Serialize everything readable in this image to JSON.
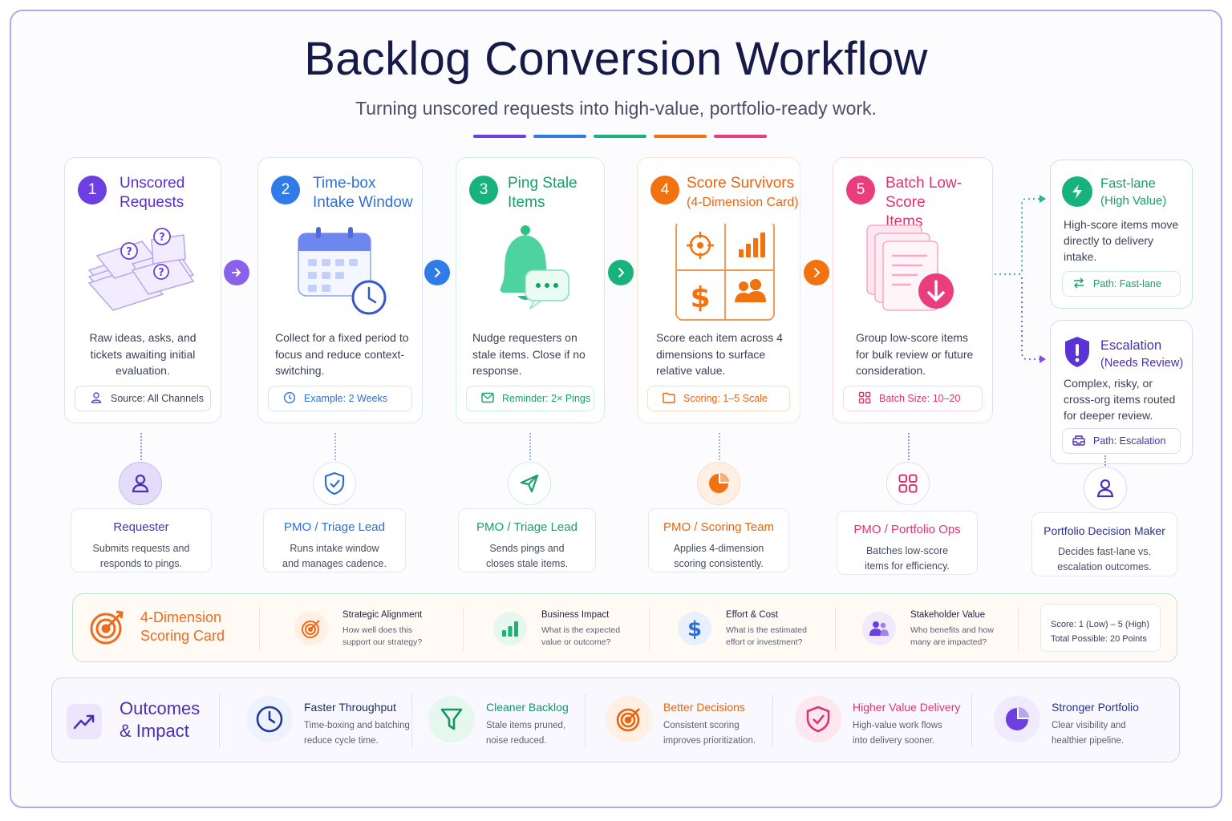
{
  "header": {
    "title": "Backlog Conversion Workflow",
    "subtitle": "Turning unscored requests into high-value, portfolio-ready work."
  },
  "accent_colors": [
    "#6d3fe0",
    "#2f7be8",
    "#17b37a",
    "#f2720f",
    "#ea3d7e"
  ],
  "steps": [
    {
      "number": "1",
      "title": "Unscored",
      "title2": "Requests",
      "description": "Raw ideas, asks, and tickets awaiting initial evaluation.",
      "pill": "Source: All Channels",
      "pill_icon": "user-icon",
      "illustration": "question-papers-icon",
      "color": "#6d3fe0"
    },
    {
      "number": "2",
      "title": "Time-box",
      "title2": "Intake Window",
      "description": "Collect for a fixed period to focus and reduce context-switching.",
      "pill": "Example: 2 Weeks",
      "pill_icon": "clock-icon",
      "illustration": "calendar-clock-icon",
      "color": "#2f7be8"
    },
    {
      "number": "3",
      "title": "Ping Stale",
      "title2": "Items",
      "description": "Nudge requesters on stale items. Close if no response.",
      "pill": "Reminder: 2× Pings",
      "pill_icon": "mail-icon",
      "illustration": "bell-chat-icon",
      "color": "#17b37a"
    },
    {
      "number": "4",
      "title": "Score Survivors",
      "title2": "(4-Dimension Card)",
      "description": "Score each item across 4 dimensions to surface relative value.",
      "pill": "Scoring: 1–5 Scale",
      "pill_icon": "folder-icon",
      "illustration": "score-grid-icon",
      "color": "#f2720f"
    },
    {
      "number": "5",
      "title": "Batch Low-Score",
      "title2": "Items",
      "description": "Group low-score items for bulk review or future consideration.",
      "pill": "Batch Size: 10–20",
      "pill_icon": "grid-icon",
      "illustration": "doc-stack-icon",
      "color": "#ea3d7e"
    }
  ],
  "fastlane": {
    "title": "Fast-lane",
    "title2": "(High Value)",
    "description": "High-score items move directly to delivery intake.",
    "pill": "Path: Fast-lane",
    "color": "#17b37a"
  },
  "escalation": {
    "title": "Escalation",
    "title2": "(Needs Review)",
    "description": "Complex, risky, or cross-org items routed for deeper review.",
    "pill": "Path: Escalation",
    "color": "#5b32d6"
  },
  "roles": [
    {
      "name": "Requester",
      "desc1": "Submits requests and",
      "desc2": "responds to pings.",
      "icon": "person-icon",
      "color": "#4b2fb2"
    },
    {
      "name": "PMO / Triage Lead",
      "desc1": "Runs intake window",
      "desc2": "and manages cadence.",
      "icon": "shield-check-icon",
      "color": "#2f6fd6"
    },
    {
      "name": "PMO / Triage Lead",
      "desc1": "Sends pings and",
      "desc2": "closes stale items.",
      "icon": "send-icon",
      "color": "#17a06c"
    },
    {
      "name": "PMO / Scoring Team",
      "desc1": "Applies 4-dimension",
      "desc2": "scoring consistently.",
      "icon": "pie-chart-icon",
      "color": "#e8640f"
    },
    {
      "name": "PMO / Portfolio Ops",
      "desc1": "Batches low-score",
      "desc2": "items for efficiency.",
      "icon": "grid-icon",
      "color": "#e0336f"
    },
    {
      "name": "Portfolio Decision Maker",
      "desc1": "Decides fast-lane vs.",
      "desc2": "escalation outcomes.",
      "icon": "person-icon",
      "color": "#4b2fb2"
    }
  ],
  "scorecard": {
    "title": "4-Dimension",
    "title2": "Scoring Card",
    "dimensions": [
      {
        "name": "Strategic Alignment",
        "desc1": "How well does this",
        "desc2": "support our strategy?",
        "icon": "target-icon"
      },
      {
        "name": "Business Impact",
        "desc1": "What is the expected",
        "desc2": "value or outcome?",
        "icon": "bar-chart-icon"
      },
      {
        "name": "Effort & Cost",
        "desc1": "What is the estimated",
        "desc2": "effort or investment?",
        "icon": "dollar-icon"
      },
      {
        "name": "Stakeholder Value",
        "desc1": "Who benefits and how",
        "desc2": "many are impacted?",
        "icon": "people-icon"
      }
    ],
    "score_range": "Score: 1 (Low) – 5 (High)",
    "total": "Total Possible: 20 Points"
  },
  "outcomes": {
    "title": "Outcomes",
    "title2": "& Impact",
    "items": [
      {
        "name": "Faster Throughput",
        "desc1": "Time-boxing and batching",
        "desc2": "reduce cycle time.",
        "icon": "clock-icon",
        "color": "#1f3c9a"
      },
      {
        "name": "Cleaner Backlog",
        "desc1": "Stale items pruned,",
        "desc2": "noise reduced.",
        "icon": "funnel-icon",
        "color": "#15936a"
      },
      {
        "name": "Better Decisions",
        "desc1": "Consistent scoring",
        "desc2": "improves prioritization.",
        "icon": "target-icon",
        "color": "#e8640f"
      },
      {
        "name": "Higher Value Delivery",
        "desc1": "High-value work flows",
        "desc2": "into delivery sooner.",
        "icon": "shield-check-icon",
        "color": "#e0336f"
      },
      {
        "name": "Stronger Portfolio",
        "desc1": "Clear visibility and",
        "desc2": "healthier pipeline.",
        "icon": "pie-chart-icon",
        "color": "#4b2fb2"
      }
    ]
  }
}
